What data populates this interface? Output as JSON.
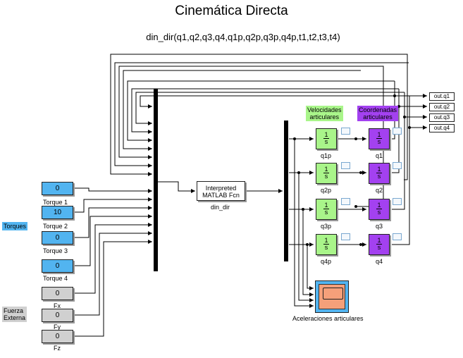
{
  "model": {
    "title": "Cinemática Directa",
    "subtitle": "din_dir(q1,q2,q3,q4,q1p,q2p,q3p,q4p,t1,t2,t3,t4)"
  },
  "torque_constants": [
    {
      "value": "0",
      "label": "Torque 1"
    },
    {
      "value": "10",
      "label": "Torque 2"
    },
    {
      "value": "0",
      "label": "Torque 3"
    },
    {
      "value": "0",
      "label": "Torque 4"
    }
  ],
  "force_constants": [
    {
      "value": "0",
      "label": "Fx"
    },
    {
      "value": "0",
      "label": "Fy"
    },
    {
      "value": "0",
      "label": "Fz"
    }
  ],
  "annotations": {
    "torques": "Torques",
    "fuerza_line1": "Fuerza",
    "fuerza_line2": "Externa",
    "velocidades_line1": "Velocidades",
    "velocidades_line2": "articulares",
    "coordenadas_line1": "Coordenadas",
    "coordenadas_line2": "articulares"
  },
  "fcn_block": {
    "line1": "Interpreted",
    "line2": "MATLAB Fcn",
    "label": "din_dir"
  },
  "integrators": {
    "numerator": "1",
    "denominator": "s",
    "velocity": [
      "q1p",
      "q2p",
      "q3p",
      "q4p"
    ],
    "position": [
      "q1",
      "q2",
      "q3",
      "q4"
    ]
  },
  "outports": [
    "out.q1",
    "out.q2",
    "out.q3",
    "out.q4"
  ],
  "scope": {
    "label": "Aceleraciones articulares"
  },
  "colors": {
    "constant_blue": "#52b4f0",
    "constant_gray": "#d0d0d0",
    "velocity_green": "#a9f58a",
    "position_purple": "#a341f0",
    "scope_screen": "#f5a07a"
  }
}
